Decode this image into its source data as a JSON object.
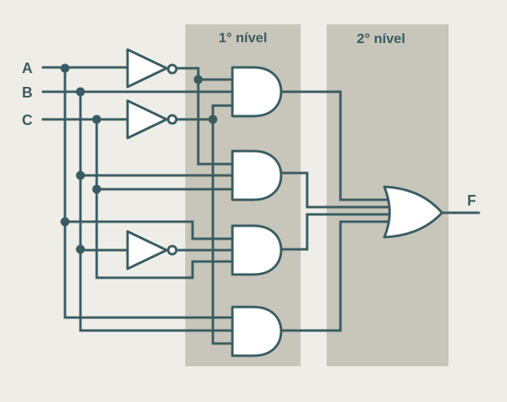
{
  "diagram": {
    "type": "logic-circuit",
    "inputs": [
      "A",
      "B",
      "C"
    ],
    "output": "F",
    "levels": [
      {
        "id": "level-1",
        "title": "1° nível",
        "gates": [
          {
            "id": "and1",
            "type": "AND",
            "inputs": [
              "A'",
              "B",
              "C'"
            ]
          },
          {
            "id": "and2",
            "type": "AND",
            "inputs": [
              "A'",
              "B",
              "C"
            ]
          },
          {
            "id": "and3",
            "type": "AND",
            "inputs": [
              "A",
              "B'",
              "C"
            ]
          },
          {
            "id": "and4",
            "type": "AND",
            "inputs": [
              "A",
              "B",
              "C'"
            ]
          }
        ]
      },
      {
        "id": "level-2",
        "title": "2° nível",
        "gates": [
          {
            "id": "or1",
            "type": "OR",
            "inputs": [
              "and1",
              "and2",
              "and3",
              "and4"
            ]
          }
        ]
      }
    ],
    "inverters": [
      {
        "id": "not-a",
        "input": "A"
      },
      {
        "id": "not-c",
        "input": "C"
      },
      {
        "id": "not-b",
        "input": "B"
      }
    ],
    "colors": {
      "wire": "#395c63",
      "panel": "#c8c5ba",
      "background": "#efede7",
      "gate_fill": "#ffffff"
    }
  }
}
